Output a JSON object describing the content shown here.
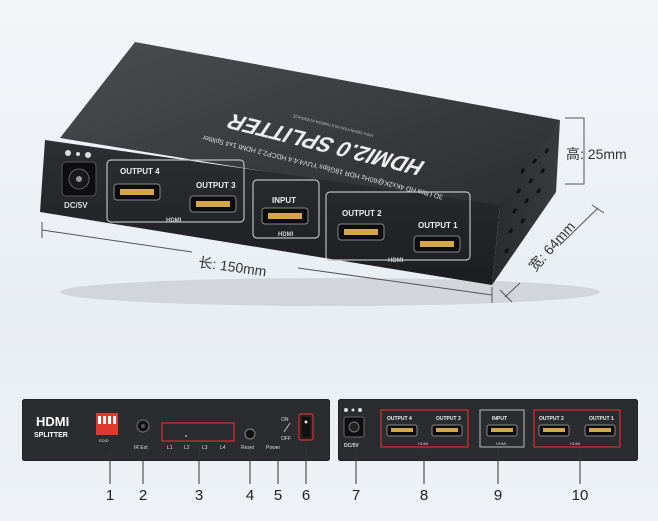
{
  "device": {
    "title": "HDMI2.0 SPLITTER",
    "spec_line": "3D Ultra HD 4Kx2K@60Hz HDR 18Gbps YUV4:4:4 HDCP2.2 HDMI 1x4 Splitter",
    "sub_line": "HIGH DEFINITION MULTIMEDIA INTERFACE",
    "power_label": "DC/5V",
    "ports": {
      "output4": "OUTPUT 4",
      "output3": "OUTPUT 3",
      "input": "INPUT",
      "output2": "OUTPUT 2",
      "output1": "OUTPUT 1"
    },
    "hdmi_label": "HDMI"
  },
  "dimensions": {
    "height": "高: 25mm",
    "width": "宽: 64mm",
    "length": "长: 150mm"
  },
  "back_panel": {
    "logo_line1": "HDMI",
    "logo_line2": "SPLITTER",
    "edid_label": "EDID",
    "ir_label": "IR Ext",
    "leds": [
      "L1",
      "L2",
      "L3",
      "L4"
    ],
    "reset_label": "Reset",
    "power_label": "Power",
    "on_label": "ON",
    "off_label": "OFF"
  },
  "front_panel": {
    "dc_label": "DC/5V",
    "output4": "OUTPUT 4",
    "output3": "OUTPUT 3",
    "input": "INPUT",
    "output2": "OUTPUT 2",
    "output1": "OUTPUT 1",
    "hdmi_label": "HDMI"
  },
  "callouts": [
    "1",
    "2",
    "3",
    "4",
    "5",
    "6",
    "7",
    "8",
    "9",
    "10"
  ],
  "colors": {
    "device_body": "#2b2c2f",
    "highlight_box": "#d9302f"
  }
}
